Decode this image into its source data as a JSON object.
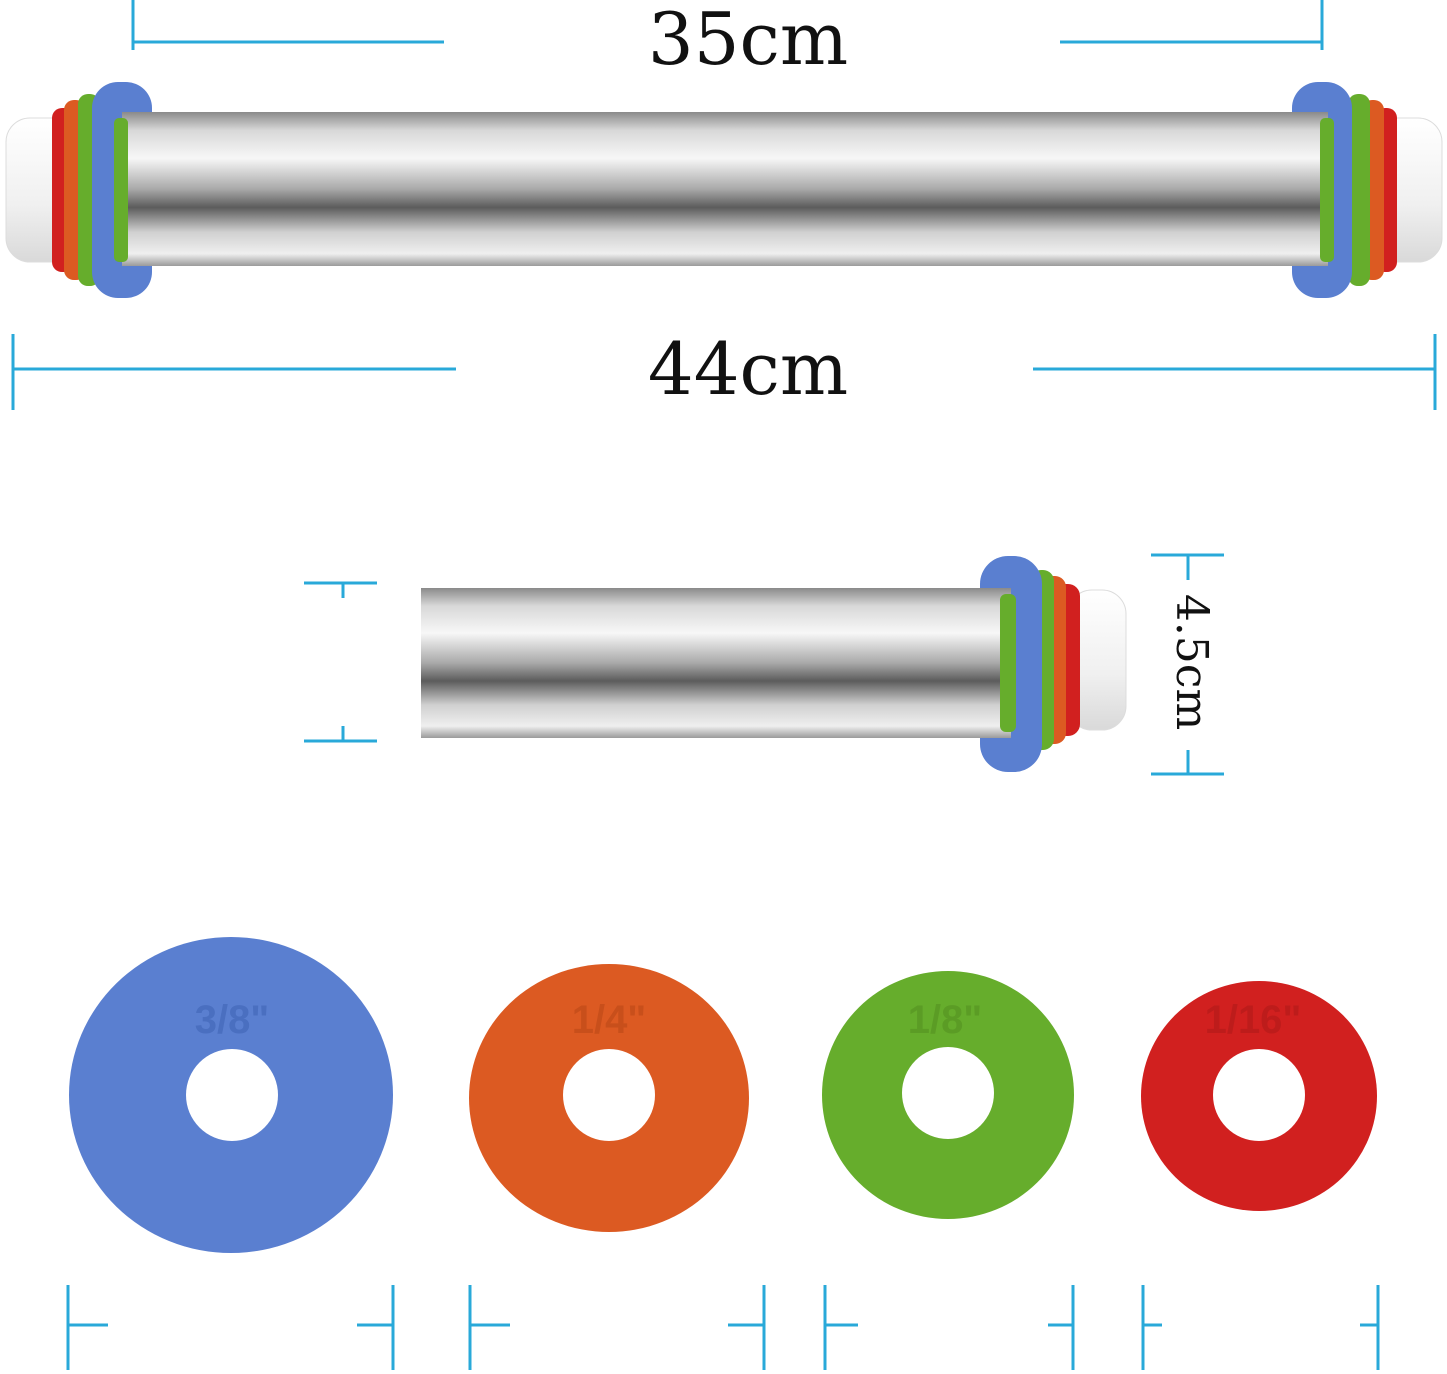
{
  "labels": {
    "inner_length": "35cm",
    "total_length": "44cm",
    "diameter": "4.5cm"
  },
  "colors": {
    "dimension_line": "#29a9d9",
    "steel_dark": "#6e6e6e",
    "steel_light": "#f5f5f5",
    "cap_white": "#f2f2f2"
  },
  "discs": [
    {
      "label": "3/8\"",
      "color": "#5a7fd0",
      "text_color": "#4a6fc0"
    },
    {
      "label": "1/4\"",
      "color": "#dc5a22",
      "text_color": "#c84f1b"
    },
    {
      "label": "1/8\"",
      "color": "#66ad2c",
      "text_color": "#5b9c25"
    },
    {
      "label": "1/16\"",
      "color": "#d1201f",
      "text_color": "#bd1c1b"
    }
  ]
}
